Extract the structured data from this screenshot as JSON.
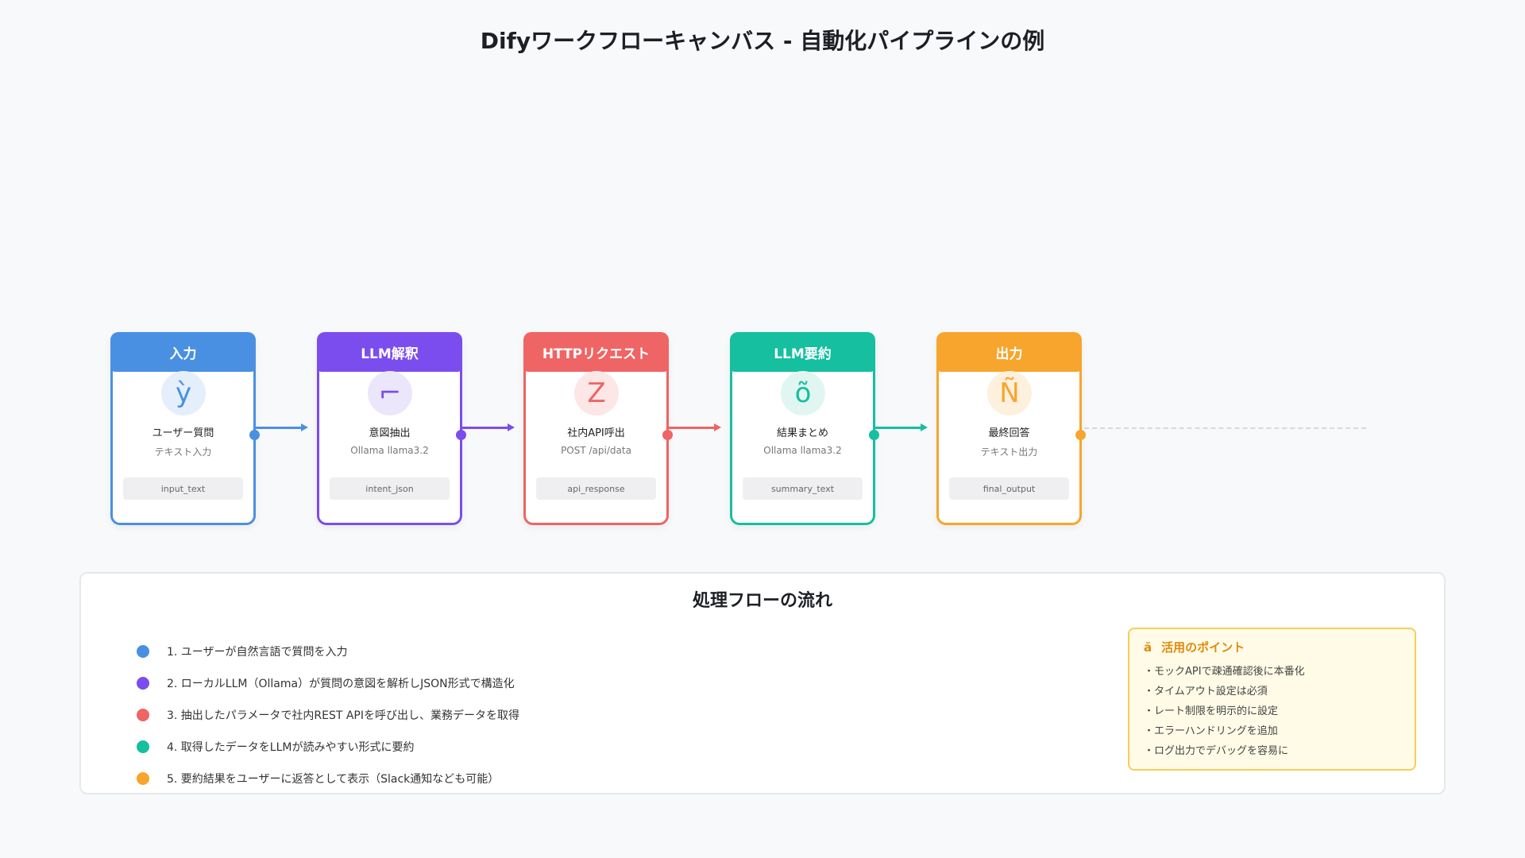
{
  "title": "Difyワークフローキャンバス - 自動化パイプラインの例",
  "nodes": [
    {
      "header": "入力",
      "icon": "ỳ",
      "icon_name": "input-icon",
      "name": "ユーザー質問",
      "sub": "テキスト入力",
      "var": "input_text",
      "color": "#4a90e2",
      "soft": "#e4effb",
      "icon_color": "#4a90e2"
    },
    {
      "header": "LLM解釈",
      "icon": "⌐",
      "icon_name": "llm-icon",
      "name": "意図抽出",
      "sub": "Ollama llama3.2",
      "var": "intent_json",
      "color": "#7b4dee",
      "soft": "#ece6fb",
      "icon_color": "#7b4dee"
    },
    {
      "header": "HTTPリクエスト",
      "icon": "Z",
      "icon_name": "http-icon",
      "name": "社内API呼出",
      "sub": "POST /api/data",
      "var": "api_response",
      "color": "#ef6464",
      "soft": "#fde6e6",
      "icon_color": "#ef6464"
    },
    {
      "header": "LLM要約",
      "icon": "õ",
      "icon_name": "summary-icon",
      "name": "結果まとめ",
      "sub": "Ollama llama3.2",
      "var": "summary_text",
      "color": "#15bfa0",
      "soft": "#e1f6f1",
      "icon_color": "#15bfa0"
    },
    {
      "header": "出力",
      "icon": "Ñ",
      "icon_name": "output-icon",
      "name": "最終回答",
      "sub": "テキスト出力",
      "var": "final_output",
      "color": "#f7a52c",
      "soft": "#fdf0dd",
      "icon_color": "#f7a52c"
    }
  ],
  "panel": {
    "title": "処理フローの流れ",
    "steps": [
      {
        "text": "1. ユーザーが自然言語で質問を入力",
        "color": "#4a90e2"
      },
      {
        "text": "2. ローカルLLM（Ollama）が質問の意図を解析しJSON形式で構造化",
        "color": "#7b4dee"
      },
      {
        "text": "3. 抽出したパラメータで社内REST APIを呼び出し、業務データを取得",
        "color": "#ef6464"
      },
      {
        "text": "4. 取得したデータをLLMが読みやすい形式に要約",
        "color": "#15bfa0"
      },
      {
        "text": "5. 要約結果をユーザーに返答として表示（Slack通知なども可能）",
        "color": "#f7a52c"
      }
    ],
    "tips": {
      "icon": "ă",
      "title": "活用のポイント",
      "items": [
        "・モックAPIで疎通確認後に本番化",
        "・タイムアウト設定は必須",
        "・レート制限を明示的に設定",
        "・エラーハンドリングを追加",
        "・ログ出力でデバッグを容易に"
      ]
    }
  }
}
